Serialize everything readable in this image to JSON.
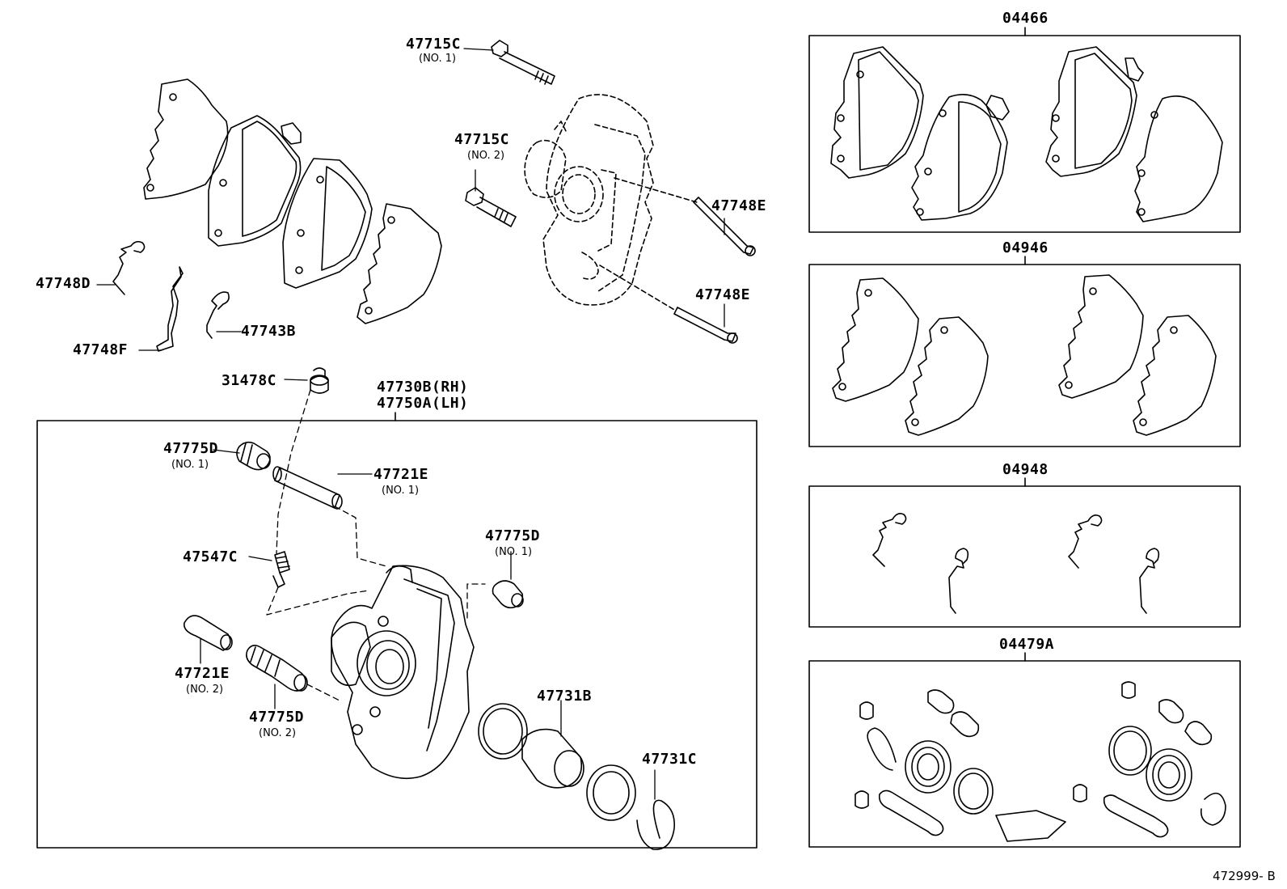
{
  "labels": {
    "p47715C_1": "47715C",
    "n47715C_1": "(NO. 1)",
    "p47715C_2": "47715C",
    "n47715C_2": "(NO. 2)",
    "p47748E_1": "47748E",
    "p47748E_2": "47748E",
    "p47748D": "47748D",
    "p47748F": "47748F",
    "p47743B": "47743B",
    "p31478C": "31478C",
    "p47730B": "47730B(RH)",
    "p47750A": "47750A(LH)",
    "p47775D_1": "47775D",
    "n47775D_1": "(NO. 1)",
    "p47721E_1": "47721E",
    "n47721E_1": "(NO. 1)",
    "p47775D_1b": "47775D",
    "n47775D_1b": "(NO. 1)",
    "p47547C": "47547C",
    "p47721E_2": "47721E",
    "n47721E_2": "(NO. 2)",
    "p47775D_2": "47775D",
    "n47775D_2": "(NO. 2)",
    "p47731B": "47731B",
    "p47731C": "47731C"
  },
  "kits": {
    "k04466": "04466",
    "k04946": "04946",
    "k04948": "04948",
    "k04479A": "04479A"
  },
  "footer": {
    "ref": "472999- B"
  }
}
